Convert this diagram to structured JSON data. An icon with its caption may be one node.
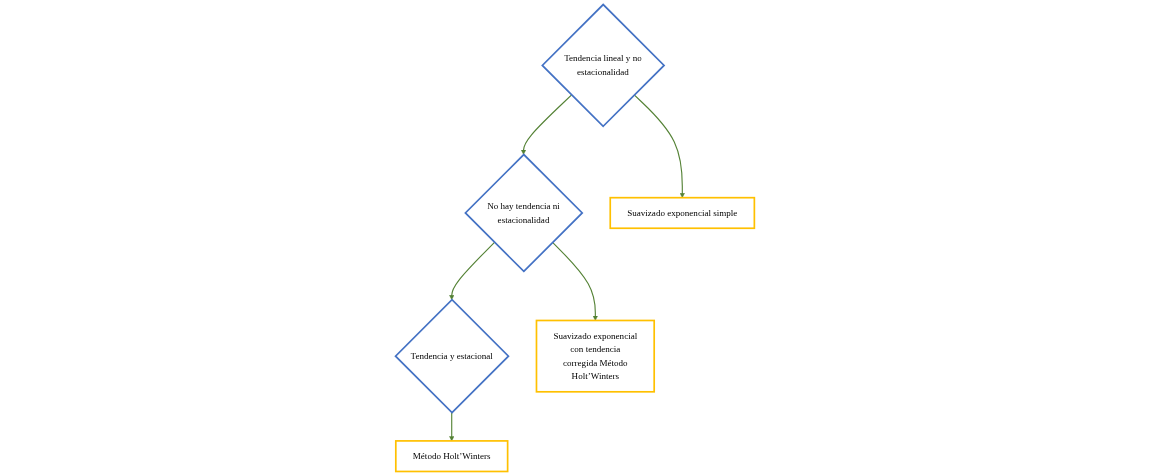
{
  "diagram": {
    "nodes": [
      {
        "text": [
          "Tendencia lineal y no estacionalidad"
        ]
      },
      {
        "text": [
          "No hay tendencia ni estacionalidad"
        ]
      },
      {
        "text": [
          "Tendencia y estacional"
        ]
      },
      {
        "text": [
          "Suavizado exponencial simple"
        ]
      },
      {
        "text": [
          "Suavizado exponencial con tendencia corregida Método Holt’Winters"
        ]
      },
      {
        "text": [
          "Método Holt’Winters"
        ]
      }
    ],
    "edges": [
      {
        "from": 0,
        "to": 1,
        "arrow": "to"
      },
      {
        "from": 1,
        "to": 2,
        "arrow": "to"
      },
      {
        "from": 0,
        "to": 3,
        "arrow": "to"
      },
      {
        "from": 1,
        "to": 4,
        "arrow": "to"
      },
      {
        "from": 2,
        "to": 5,
        "arrow": "to"
      }
    ]
  }
}
